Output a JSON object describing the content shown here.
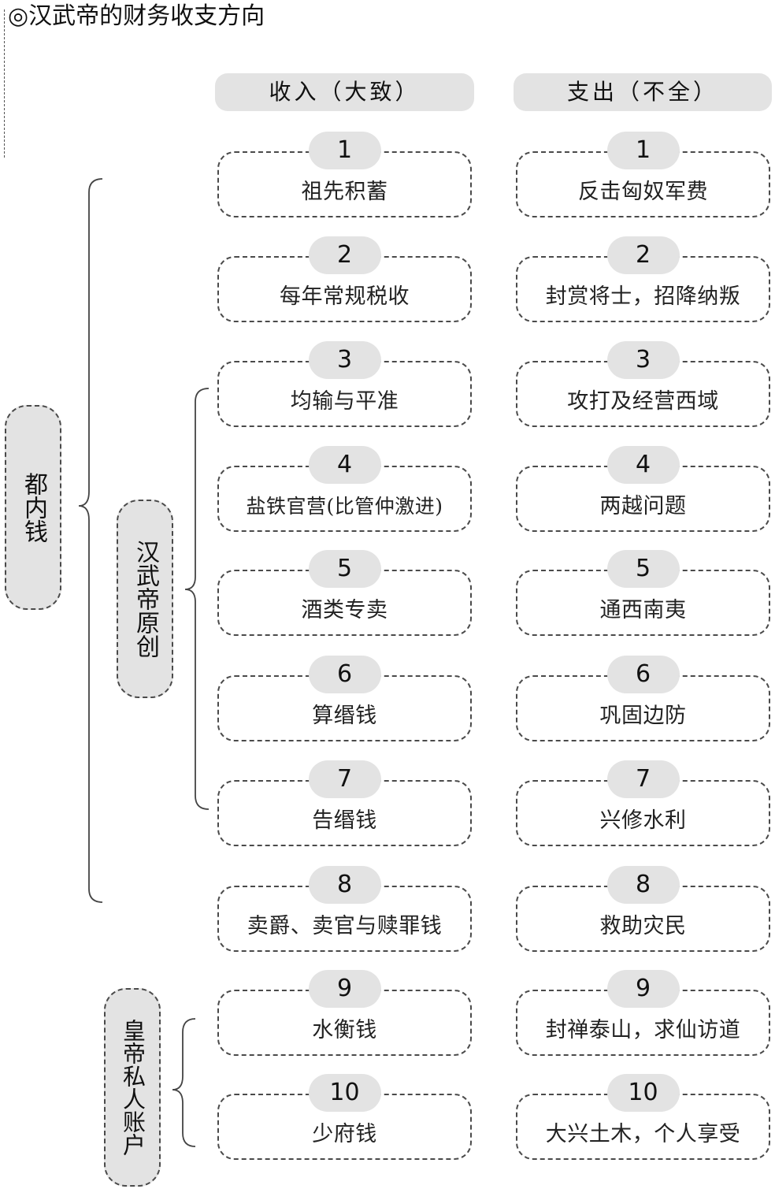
{
  "title": "◎汉武帝的财务收支方向",
  "headers": {
    "income": "收入（大致）",
    "expense": "支出（不全）"
  },
  "income": [
    {
      "num": "1",
      "label": "祖先积蓄"
    },
    {
      "num": "2",
      "label": "每年常规税收"
    },
    {
      "num": "3",
      "label": "均输与平准"
    },
    {
      "num": "4",
      "label": "盐铁官营(比管仲激进)"
    },
    {
      "num": "5",
      "label": "酒类专卖"
    },
    {
      "num": "6",
      "label": "算缗钱"
    },
    {
      "num": "7",
      "label": "告缗钱"
    },
    {
      "num": "8",
      "label": "卖爵、卖官与赎罪钱"
    },
    {
      "num": "9",
      "label": "水衡钱"
    },
    {
      "num": "10",
      "label": "少府钱"
    }
  ],
  "expense": [
    {
      "num": "1",
      "label": "反击匈奴军费"
    },
    {
      "num": "2",
      "label": "封赏将士，招降纳叛"
    },
    {
      "num": "3",
      "label": "攻打及经营西域"
    },
    {
      "num": "4",
      "label": "两越问题"
    },
    {
      "num": "5",
      "label": "通西南夷"
    },
    {
      "num": "6",
      "label": "巩固边防"
    },
    {
      "num": "7",
      "label": "兴修水利"
    },
    {
      "num": "8",
      "label": "救助灾民"
    },
    {
      "num": "9",
      "label": "封禅泰山，求仙访道"
    },
    {
      "num": "10",
      "label": "大兴土木，个人享受"
    }
  ],
  "groups": {
    "capital": "都内钱",
    "wudi_original": "汉武帝原创",
    "private_account": "皇帝私人账户"
  }
}
